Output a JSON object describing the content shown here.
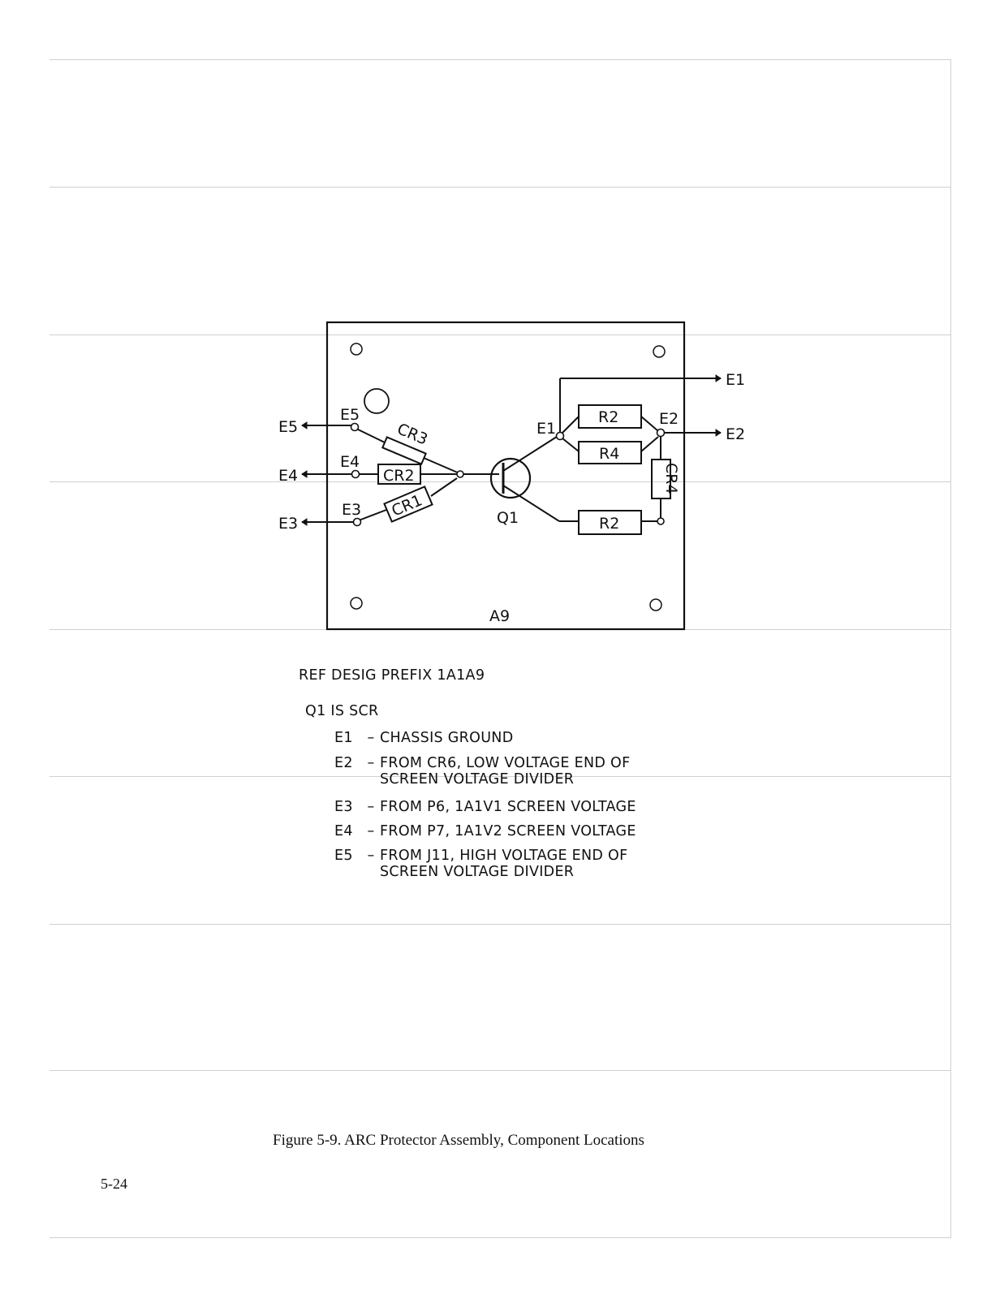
{
  "diagram": {
    "board_label": "A9",
    "external_terminals": [
      "E5",
      "E4",
      "E3",
      "E1",
      "E2"
    ],
    "board_terminals": [
      "E5",
      "E4",
      "E3",
      "E1",
      "E2"
    ],
    "components": {
      "cr3": "CR3",
      "cr2": "CR2",
      "cr1": "CR1",
      "q1": "Q1",
      "r2_top": "R2",
      "r4": "R4",
      "cr4": "CR4",
      "r2_bottom": "R2"
    }
  },
  "notes": {
    "prefix": "REF DESIG PREFIX 1A1A9",
    "q1_note": "Q1 IS SCR",
    "terminals": [
      {
        "term": "E1",
        "lines": [
          "CHASSIS GROUND"
        ]
      },
      {
        "term": "E2",
        "lines": [
          "FROM CR6, LOW VOLTAGE END OF",
          "SCREEN VOLTAGE DIVIDER"
        ]
      },
      {
        "term": "E3",
        "lines": [
          "FROM P6, 1A1V1 SCREEN VOLTAGE"
        ]
      },
      {
        "term": "E4",
        "lines": [
          "FROM P7, 1A1V2 SCREEN VOLTAGE"
        ]
      },
      {
        "term": "E5",
        "lines": [
          "FROM J11, HIGH VOLTAGE END OF",
          "SCREEN VOLTAGE DIVIDER"
        ]
      }
    ],
    "dash": "–"
  },
  "caption": "Figure 5-9.  ARC Protector Assembly, Component Locations",
  "page_number": "5-24"
}
